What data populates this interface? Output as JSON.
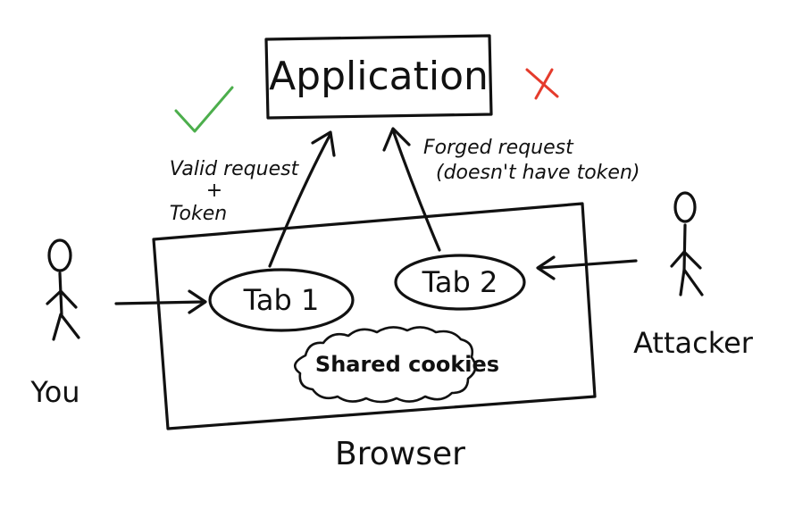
{
  "application_label": "Application",
  "tabs": [
    {
      "label": "Tab 1"
    },
    {
      "label": "Tab 2"
    }
  ],
  "cookies_label": "Shared cookies",
  "browser_label": "Browser",
  "you_label": "You",
  "attacker_label": "Attacker",
  "valid_request": {
    "line1": "Valid request",
    "line2": "+",
    "line3": "Token"
  },
  "forged_request": {
    "line1": "Forged request",
    "line2": "(doesn't have token)"
  },
  "marks": {
    "valid_color": "#4cae4c",
    "forged_color": "#e53b2c",
    "valid_mark": "check",
    "forged_mark": "cross"
  }
}
